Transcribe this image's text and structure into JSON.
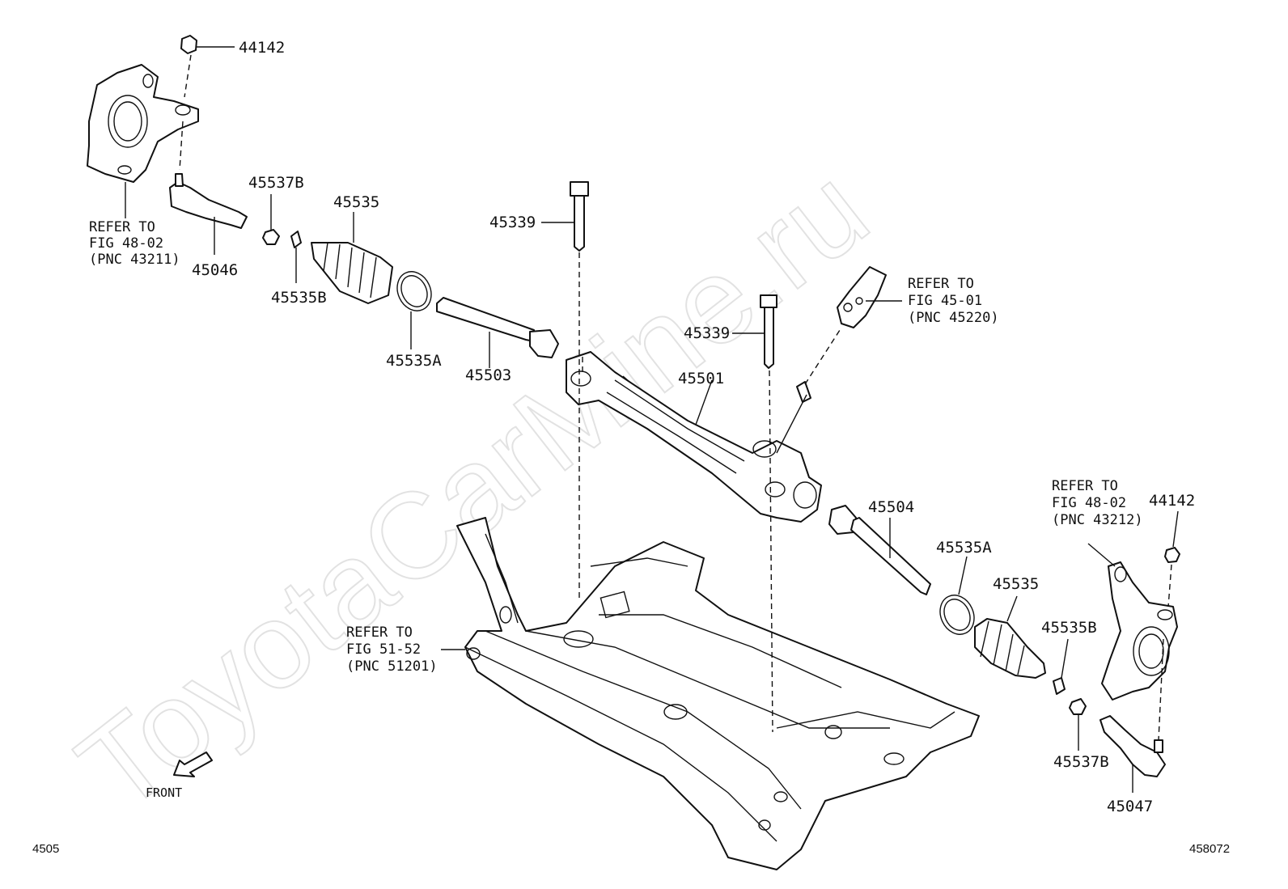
{
  "watermark": "ToyotaCarMine.ru",
  "figure": {
    "number": "4505",
    "illustration_id": "458072",
    "front_label": "FRONT"
  },
  "parts": {
    "p44142_left": "44142",
    "p44142_right": "44142",
    "p45046": "45046",
    "p45047": "45047",
    "p45537b_left": "45537B",
    "p45537b_right": "45537B",
    "p45535b_left": "45535B",
    "p45535b_right": "45535B",
    "p45535_left": "45535",
    "p45535_right": "45535",
    "p45535a_left": "45535A",
    "p45535a_right": "45535A",
    "p45503": "45503",
    "p45504": "45504",
    "p45339_top": "45339",
    "p45339_mid": "45339",
    "p45501": "45501"
  },
  "references": {
    "knuckle_left": [
      "REFER TO",
      "FIG 48-02",
      "(PNC 43211)"
    ],
    "knuckle_right": [
      "REFER TO",
      "FIG 48-02",
      "(PNC 43212)"
    ],
    "steering_shaft": [
      "REFER TO",
      "FIG 45-01",
      "(PNC 45220)"
    ],
    "crossmember": [
      "REFER TO",
      "FIG 51-52",
      "(PNC 51201)"
    ]
  }
}
